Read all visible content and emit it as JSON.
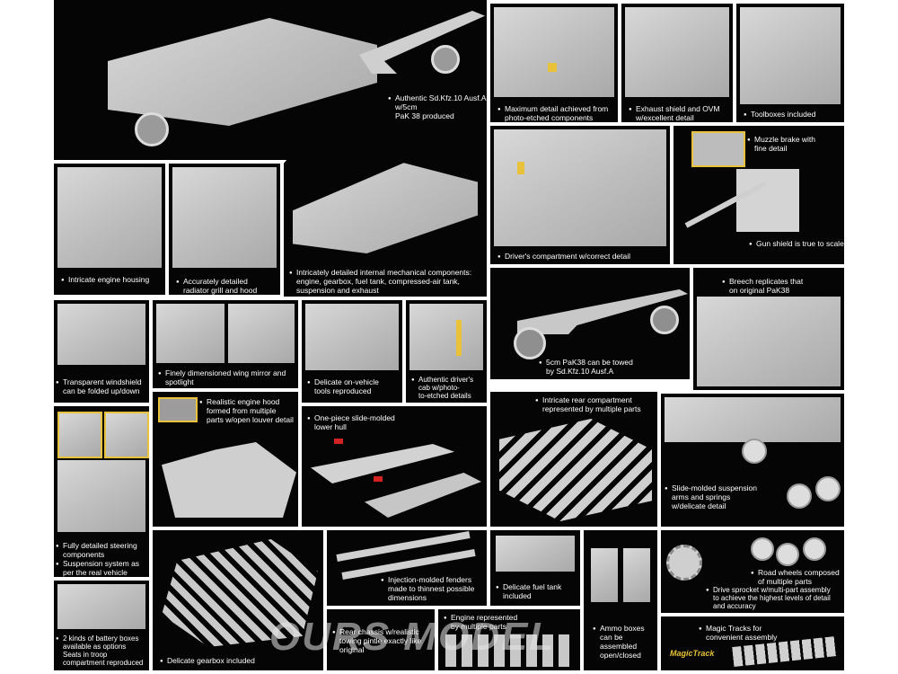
{
  "captions": {
    "c1": "Authentic Sd.Kfz.10 Ausf.A w/5cm\nPaK 38 produced",
    "c2": "Maximum detail achieved from\nphoto-etched components",
    "c3": "Exhaust shield and OVM\nw/excellent detail",
    "c4": "Toolboxes included",
    "c5": "Intricate engine housing",
    "c6": "Accurately detailed\nradiator grill and hood",
    "c7": "Intricately detailed internal mechanical components:\nengine, gearbox, fuel tank, compressed-air tank,\nsuspension and exhaust",
    "c8": "Driver's compartment w/correct detail",
    "c9": "Muzzle brake with\nfine detail",
    "c10": "Gun shield is true to scale",
    "c11": "5cm PaK38 can be towed\nby Sd.Kfz.10 Ausf.A",
    "c12": "Breech replicates that\non original PaK38",
    "c13": "Transparent windshield\ncan be folded up/down",
    "c14": "Finely dimensioned wing mirror and\nspotlight",
    "c15": "Delicate on-vehicle\ntools reproduced",
    "c16": "Authentic driver's\ncab w/photo-\nto-etched details",
    "c17": "Realistic engine hood\nformed from multiple\nparts w/open louver detail",
    "c18": "One-piece slide-molded\nlower hull",
    "c19": "Intricate rear compartment\nrepresented by multiple parts",
    "c20": "Slide-molded suspension\narms and springs\nw/delicate detail",
    "c21": "Fully detailed steering\ncomponents",
    "c22": "Suspension system as\nper the real vehicle",
    "c23": "Injection-molded fenders\nmade to thinnest possible\ndimensions",
    "c24": "Delicate fuel tank\nincluded",
    "c25": "Road wheels composed\nof multiple parts",
    "c26": "Drive sprocket w/multi-part assembly\nto achieve the highest levels of detail\nand accuracy",
    "c27": "2 kinds of battery boxes\navailable as options",
    "c28": "Seats in troop\ncompartment reproduced",
    "c29": "Delicate gearbox included",
    "c30": "Rear chassis w/realistic\ntowing pintle exactly like\noriginal",
    "c31": "Engine represented\nby multiple parts",
    "c32": "Ammo boxes\ncan be\nassembled\nopen/closed",
    "c33": "Magic Tracks for\nconvenient assembly"
  },
  "brand": {
    "magic_track": "MagicTrack",
    "watermark": "OURS MODEL"
  },
  "colors": {
    "panel_bg": "#050505",
    "highlight": "#e8c23a",
    "callout": "#d42222"
  }
}
